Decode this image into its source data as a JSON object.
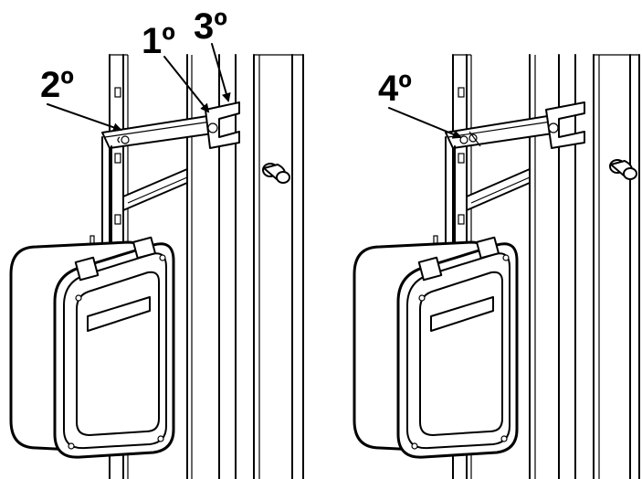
{
  "callouts": {
    "step1": "1º",
    "step2": "2º",
    "step3": "3º",
    "step4": "4º"
  },
  "colors": {
    "line": "#000000",
    "background": "#ffffff"
  }
}
